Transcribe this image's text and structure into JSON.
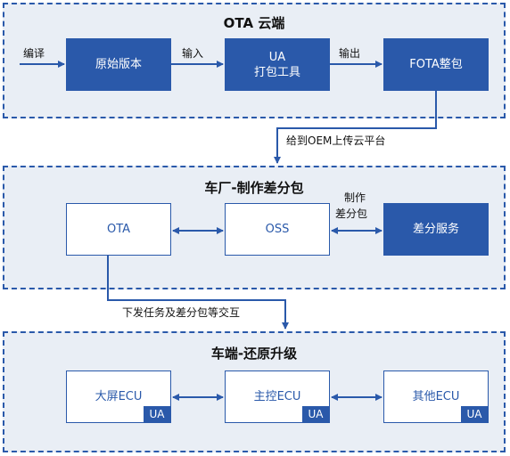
{
  "sections": {
    "cloud": {
      "title": "OTA 云端",
      "boxes": {
        "original": "原始版本",
        "ua_tool_line1": "UA",
        "ua_tool_line2": "打包工具",
        "fota": "FOTA整包"
      },
      "labels": {
        "compile": "编译",
        "input": "输入",
        "output": "输出"
      }
    },
    "factory": {
      "title": "车厂-制作差分包",
      "boxes": {
        "ota": "OTA",
        "oss": "OSS",
        "diff_service": "差分服务"
      },
      "labels": {
        "make_line1": "制作",
        "make_line2": "差分包"
      }
    },
    "vehicle": {
      "title": "车端-还原升级",
      "boxes": {
        "big_screen": "大屏ECU",
        "main_control": "主控ECU",
        "other": "其他ECU"
      },
      "ua_tag": "UA"
    }
  },
  "connectors": {
    "cloud_to_factory": "给到OEM上传云平台",
    "factory_to_vehicle": "下发任务及差分包等交互"
  },
  "colors": {
    "accent": "#2a59aa",
    "section_bg": "#e9eef5"
  }
}
